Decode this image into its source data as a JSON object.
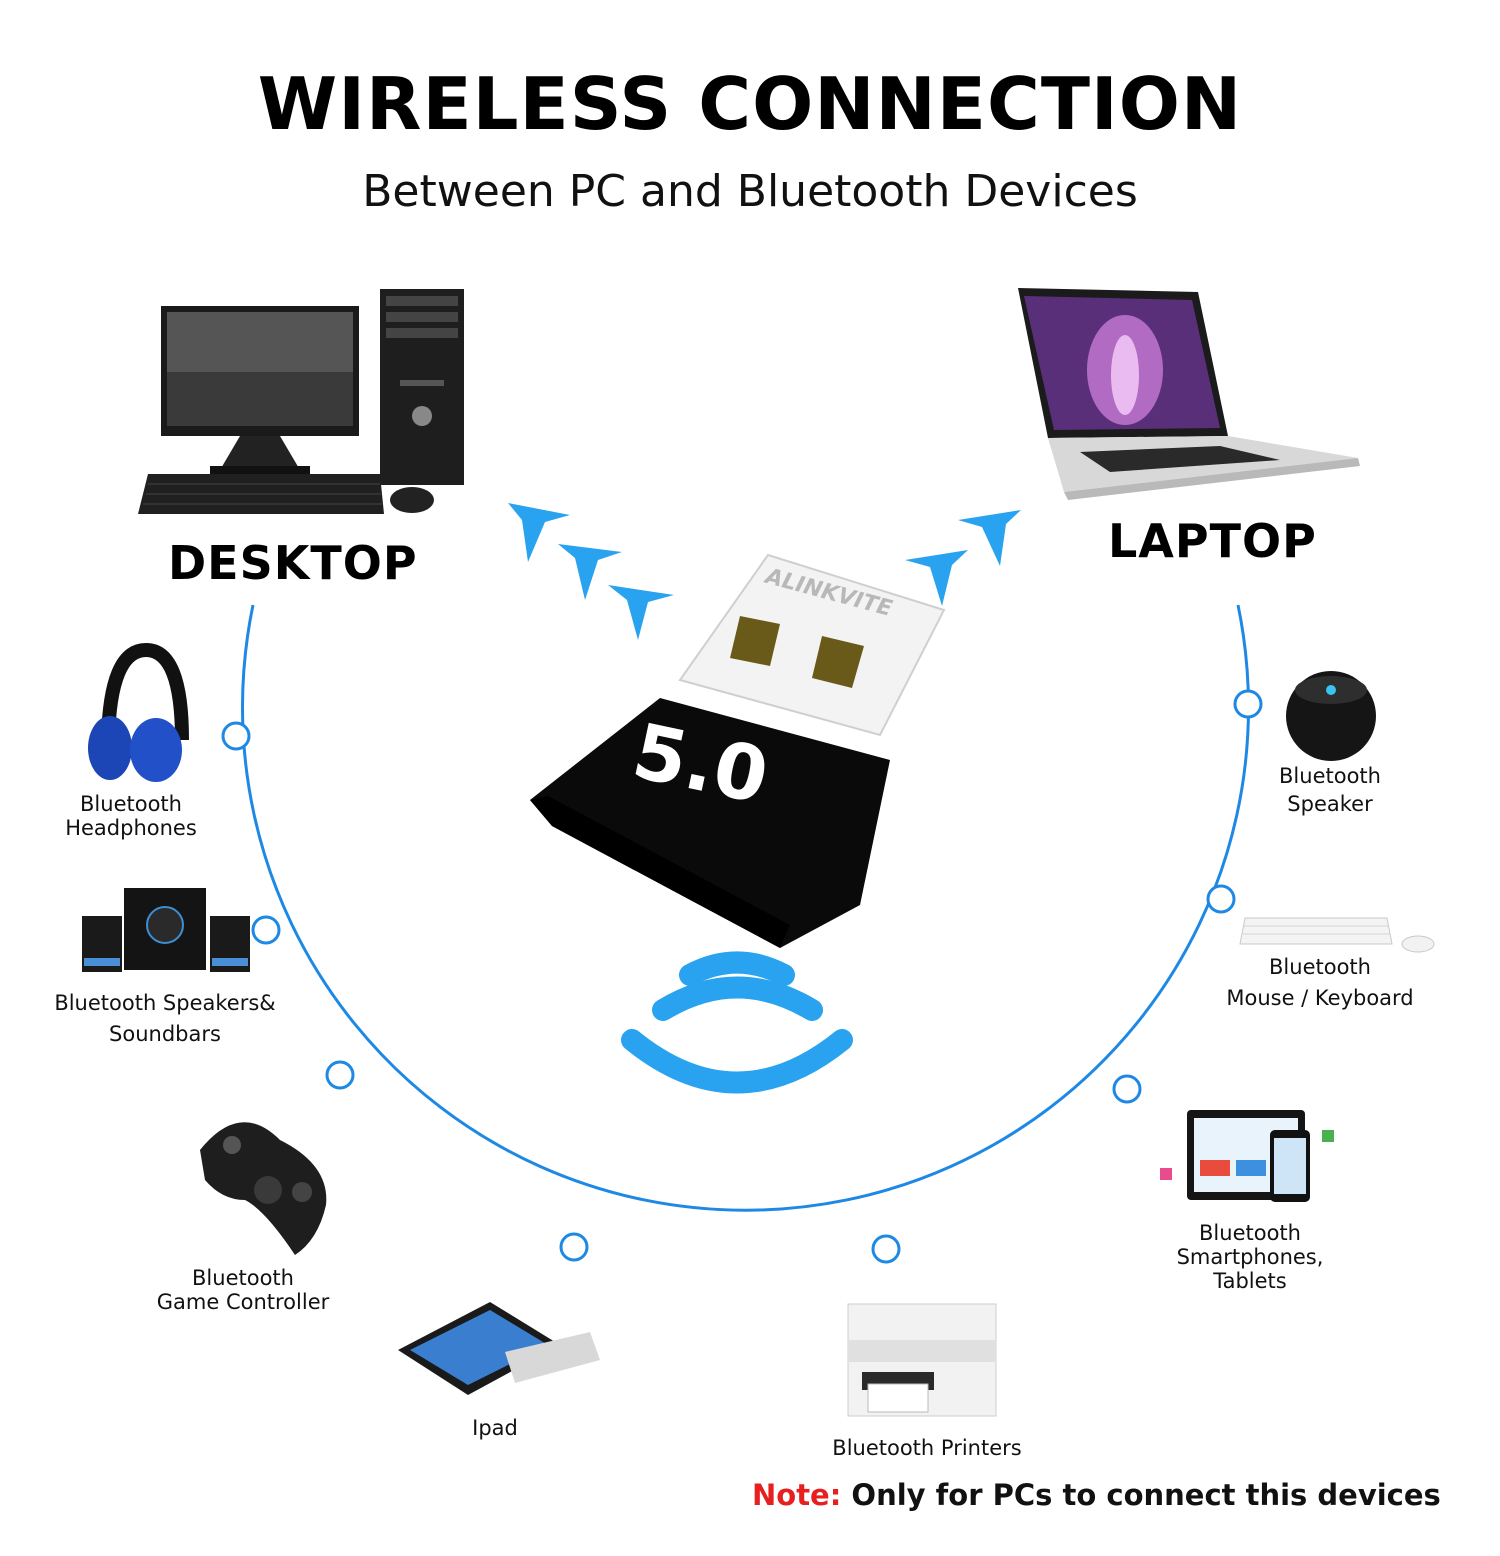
{
  "header": {
    "title": "WIRELESS CONNECTION",
    "subtitle": "Between PC and Bluetooth Devices"
  },
  "hosts": {
    "desktop": "DESKTOP",
    "laptop": "LAPTOP"
  },
  "dongle": {
    "brand": "ALINKVITE",
    "version": "5.0"
  },
  "devices": {
    "headphones": "Bluetooth\nHeadphones",
    "speakers": "Bluetooth Speakers&\nSoundbars",
    "controller": "Bluetooth\nGame Controller",
    "ipad": "Ipad",
    "printer": "Bluetooth Printers",
    "phones": "Bluetooth\nSmartphones,\nTablets",
    "keyboard": "Bluetooth\nMouse / Keyboard",
    "speaker": "Bluetooth\nSpeaker"
  },
  "note": {
    "prefix": "Note:",
    "text": " Only for PCs to connect this devices"
  },
  "colors": {
    "arc": "#1e88e5",
    "signal": "#29a3f0",
    "note_red": "#e62020"
  }
}
